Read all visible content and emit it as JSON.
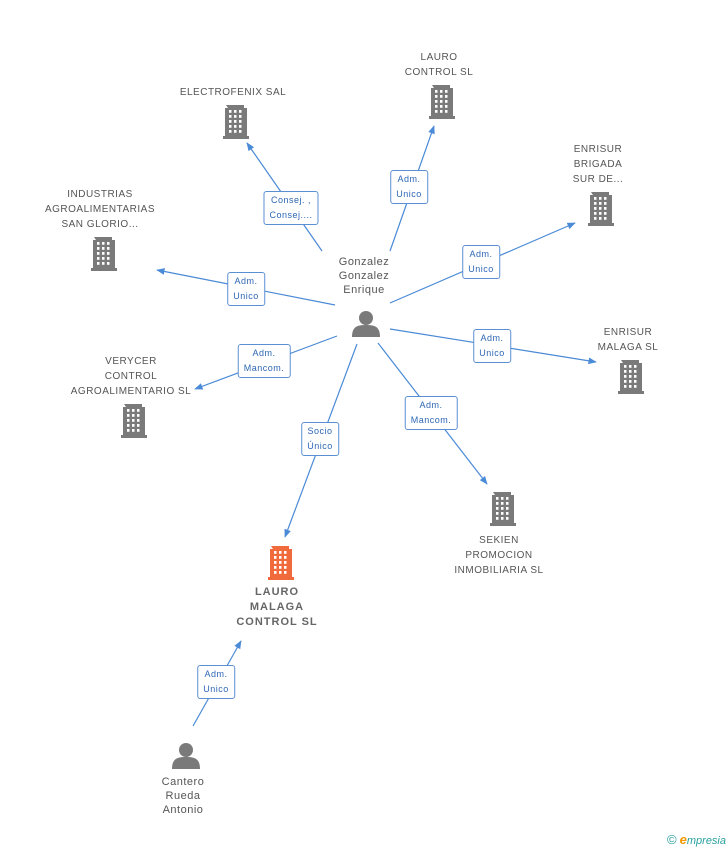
{
  "colors": {
    "edge": "#4a8ad6",
    "building": "#7a7a7a",
    "focus_building": "#f06a3c",
    "person": "#7a7a7a",
    "brand_accent": "#f39800",
    "brand_text": "#2aa0a0"
  },
  "nodes": [
    {
      "id": "gonzalez",
      "type": "person",
      "lines": [
        "Gonzalez",
        "Gonzalez",
        "Enrique"
      ]
    },
    {
      "id": "lauro-control",
      "type": "company",
      "lines": [
        "LAURO",
        "CONTROL SL"
      ]
    },
    {
      "id": "electrofenix",
      "type": "company",
      "lines": [
        "ELECTROFENIX SAL"
      ]
    },
    {
      "id": "enrisur-brigada",
      "type": "company",
      "lines": [
        "ENRISUR",
        "BRIGADA",
        "SUR DE..."
      ]
    },
    {
      "id": "industrias",
      "type": "company",
      "lines": [
        "INDUSTRIAS",
        "AGROALIMENTARIAS",
        "SAN GLORIO..."
      ]
    },
    {
      "id": "enrisur-malaga",
      "type": "company",
      "lines": [
        "ENRISUR",
        "MALAGA SL"
      ]
    },
    {
      "id": "verycer",
      "type": "company",
      "lines": [
        "VERYCER",
        "CONTROL",
        "AGROALIMENTARIO SL"
      ]
    },
    {
      "id": "sekien",
      "type": "company",
      "lines": [
        "SEKIEN",
        "PROMOCION",
        "INMOBILIARIA SL"
      ]
    },
    {
      "id": "lauro-malaga",
      "type": "focus",
      "lines": [
        "LAURO",
        "MALAGA",
        "CONTROL SL"
      ]
    },
    {
      "id": "cantero",
      "type": "person",
      "lines": [
        "Cantero",
        "Rueda",
        "Antonio"
      ]
    }
  ],
  "edges": [
    {
      "id": "e-lauro-control",
      "from": "gonzalez",
      "to": "lauro-control",
      "lines": [
        "Adm.",
        "Unico"
      ]
    },
    {
      "id": "e-electrofenix",
      "from": "gonzalez",
      "to": "electrofenix",
      "lines": [
        "Consej. ,",
        "Consej...."
      ]
    },
    {
      "id": "e-enrisur-brigada",
      "from": "gonzalez",
      "to": "enrisur-brigada",
      "lines": [
        "Adm.",
        "Unico"
      ]
    },
    {
      "id": "e-industrias",
      "from": "gonzalez",
      "to": "industrias",
      "lines": [
        "Adm.",
        "Unico"
      ]
    },
    {
      "id": "e-enrisur-malaga",
      "from": "gonzalez",
      "to": "enrisur-malaga",
      "lines": [
        "Adm.",
        "Unico"
      ]
    },
    {
      "id": "e-verycer",
      "from": "gonzalez",
      "to": "verycer",
      "lines": [
        "Adm.",
        "Mancom."
      ]
    },
    {
      "id": "e-sekien",
      "from": "gonzalez",
      "to": "sekien",
      "lines": [
        "Adm.",
        "Mancom."
      ]
    },
    {
      "id": "e-lauro-malaga",
      "from": "gonzalez",
      "to": "lauro-malaga",
      "lines": [
        "Socio",
        "Único"
      ]
    },
    {
      "id": "e-cantero",
      "from": "cantero",
      "to": "lauro-malaga",
      "lines": [
        "Adm.",
        "Unico"
      ]
    }
  ],
  "footer": {
    "copyright": "©",
    "brand_initial": "e",
    "brand_rest": "mpresia"
  }
}
